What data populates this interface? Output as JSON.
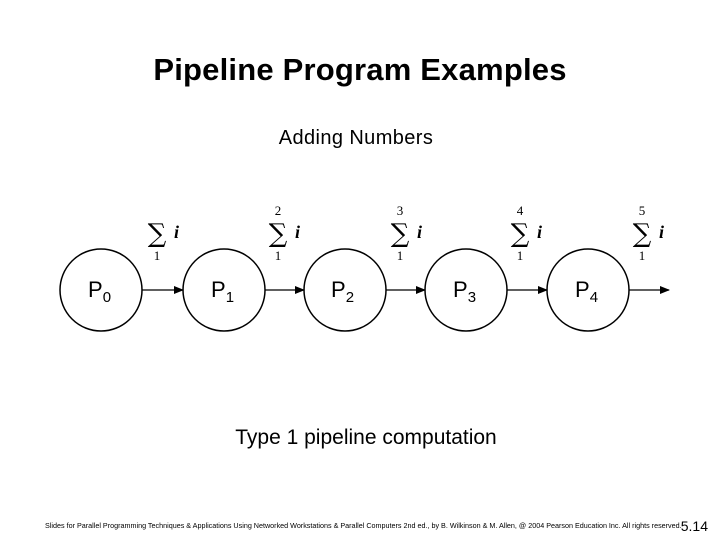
{
  "title": "Pipeline Program Examples",
  "subtitle": "Adding Numbers",
  "diagram": {
    "processes": [
      {
        "name": "P",
        "index": "0"
      },
      {
        "name": "P",
        "index": "1"
      },
      {
        "name": "P",
        "index": "2"
      },
      {
        "name": "P",
        "index": "3"
      },
      {
        "name": "P",
        "index": "4"
      }
    ],
    "partial_sums": [
      {
        "symbol": "∑",
        "var": "i",
        "upper": "",
        "lower": "1"
      },
      {
        "symbol": "∑",
        "var": "i",
        "upper": "2",
        "lower": "1"
      },
      {
        "symbol": "∑",
        "var": "i",
        "upper": "3",
        "lower": "1"
      },
      {
        "symbol": "∑",
        "var": "i",
        "upper": "4",
        "lower": "1"
      },
      {
        "symbol": "∑",
        "var": "i",
        "upper": "5",
        "lower": "1"
      }
    ]
  },
  "caption": "Type 1 pipeline computation",
  "footer": "Slides for Parallel Programming Techniques & Applications Using Networked Workstations & Parallel Computers 2nd ed., by B. Wilkinson & M. Allen, @ 2004 Pearson Education Inc. All rights reserved.",
  "slide_number": "5.14"
}
